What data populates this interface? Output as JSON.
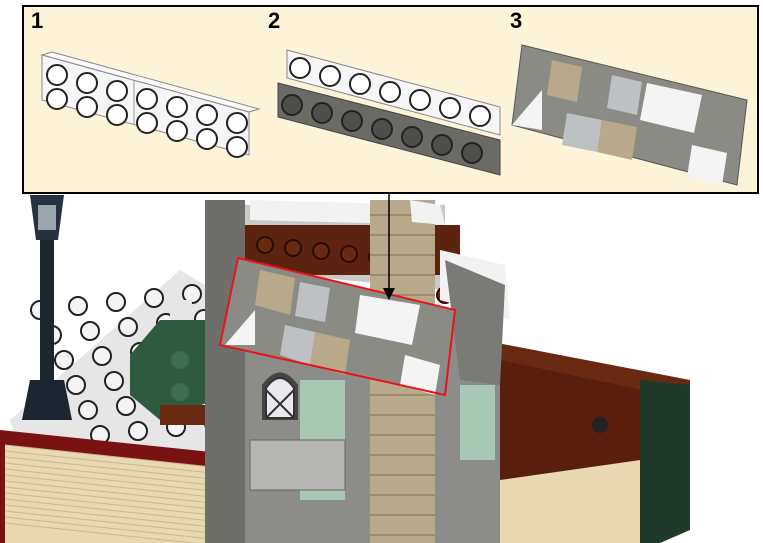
{
  "callout": {
    "steps": [
      {
        "number": "1"
      },
      {
        "number": "2"
      },
      {
        "number": "3"
      }
    ]
  },
  "colors": {
    "callout_bg": "#fdf3d8",
    "highlight": "#e8141c",
    "white_brick": "#f4f4f4",
    "dark_gray": "#6b6b66",
    "light_gray": "#a9abab",
    "tan": "#b8a98a",
    "dark_red": "#7a1212",
    "reddish_brown": "#6a2a12",
    "sand_green": "#a9c8b4",
    "dark_green": "#2e5a40"
  }
}
